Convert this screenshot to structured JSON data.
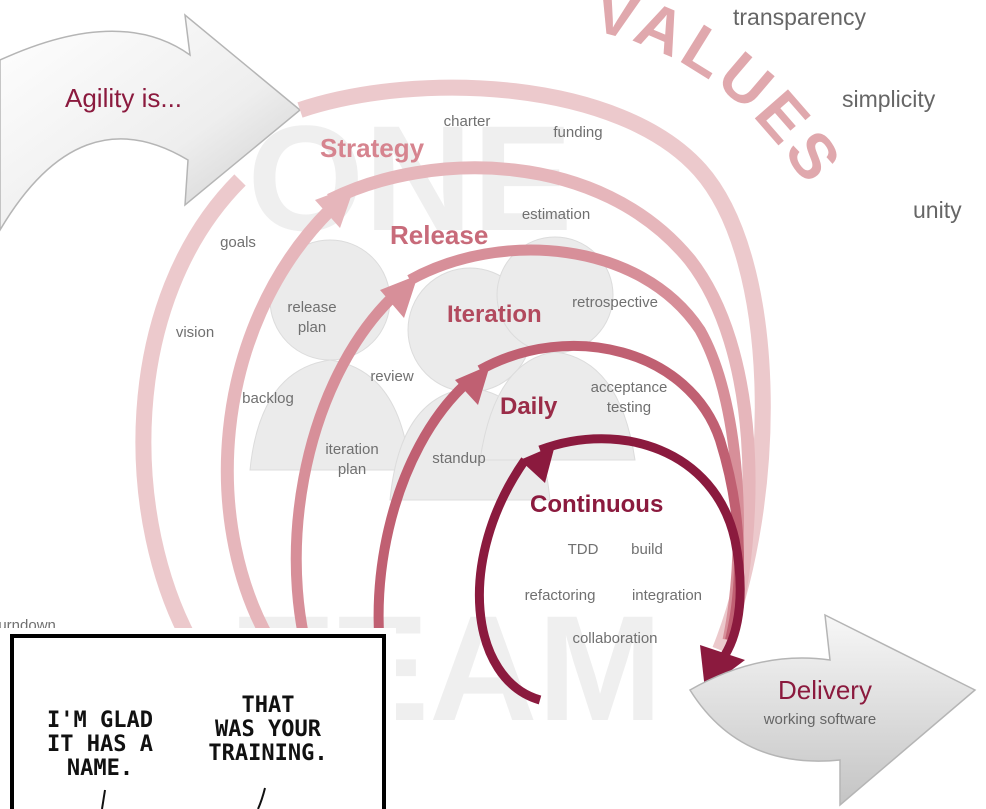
{
  "intro": {
    "text": "Agility is..."
  },
  "values": {
    "title": "VALUES",
    "items": [
      "transparency",
      "simplicity",
      "unity"
    ]
  },
  "watermark": {
    "line1": "ONE",
    "line2": "TEAM"
  },
  "levels": [
    {
      "name": "Strategy",
      "terms": [
        "charter",
        "funding",
        "goals",
        "vision"
      ]
    },
    {
      "name": "Release",
      "terms": [
        "estimation",
        "release plan",
        "backlog"
      ]
    },
    {
      "name": "Iteration",
      "terms": [
        "retrospective",
        "review",
        "iteration plan"
      ]
    },
    {
      "name": "Daily",
      "terms": [
        "acceptance testing",
        "standup"
      ]
    },
    {
      "name": "Continuous",
      "terms": [
        "TDD",
        "build",
        "refactoring",
        "integration",
        "collaboration"
      ]
    }
  ],
  "delivery": {
    "title": "Delivery",
    "subtitle": "working software"
  },
  "cutoff": {
    "text": "burndown"
  },
  "comic": {
    "bubble_left": [
      "I'M GLAD",
      "IT HAS A",
      "NAME."
    ],
    "bubble_right": [
      "THAT",
      "WAS YOUR",
      "TRAINING."
    ]
  },
  "colors": {
    "accent": "#8b1a3e",
    "ring_strategy": "#ecc9cc",
    "ring_release": "#e2aab0",
    "ring_iteration": "#cf7d88",
    "ring_daily": "#b74d60",
    "ring_continuous": "#8b1a3e",
    "label_grey": "#707070",
    "watermark": "#efefef",
    "values_pink": "#e0a8ad"
  }
}
